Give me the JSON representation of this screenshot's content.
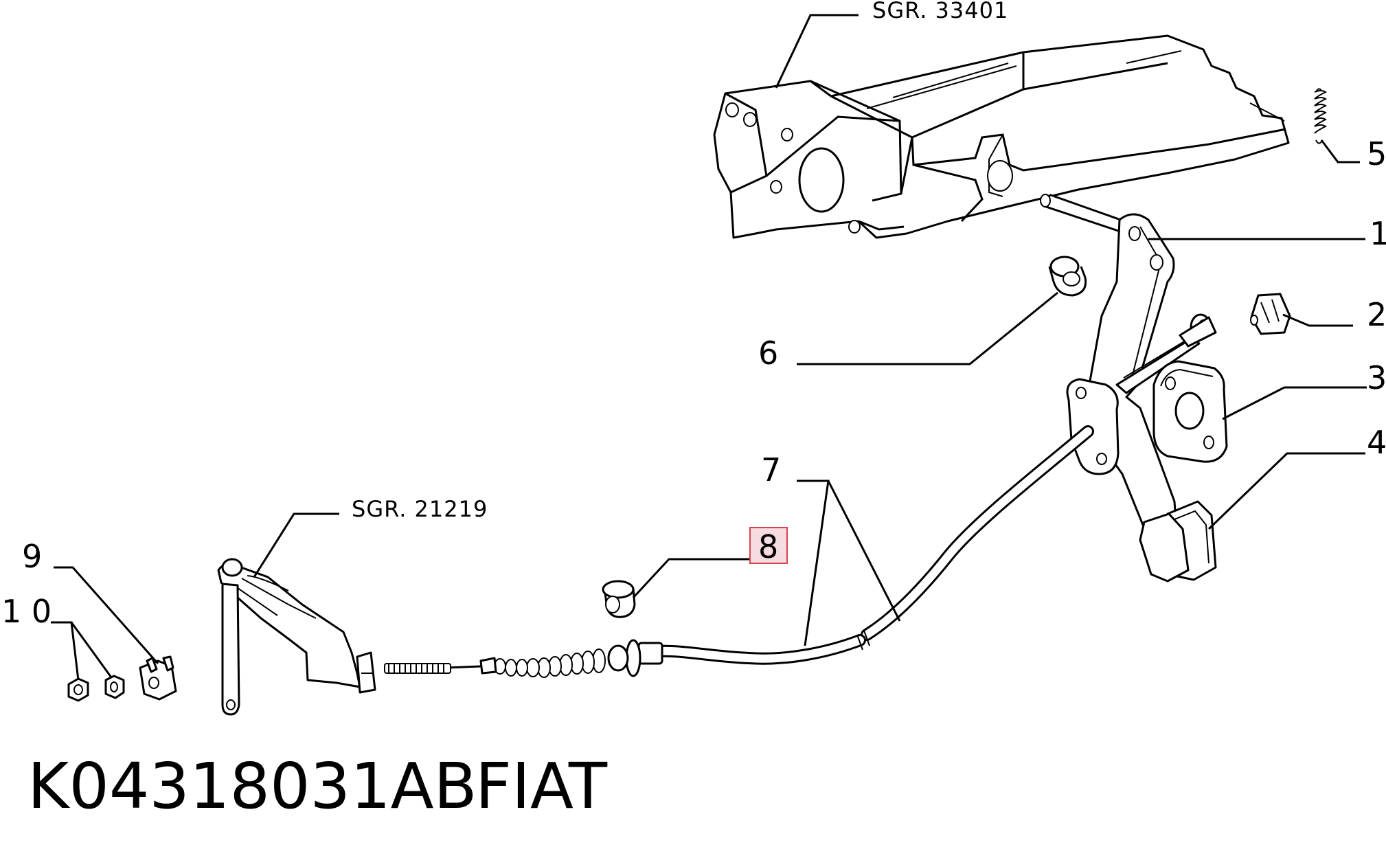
{
  "diagram": {
    "refs": {
      "sgr_top": "SGR. 33401",
      "sgr_left": "SGR. 21219"
    },
    "callouts": {
      "c1": "1",
      "c2": "2",
      "c3": "3",
      "c4": "4",
      "c5": "5",
      "c6": "6",
      "c7": "7",
      "c8": "8",
      "c9": "9",
      "c10": "1 0"
    },
    "highlighted_callout": "8",
    "highlight_color": "#d9424f"
  },
  "footer": {
    "part_number": "K04318031AB",
    "brand": "FIAT"
  }
}
